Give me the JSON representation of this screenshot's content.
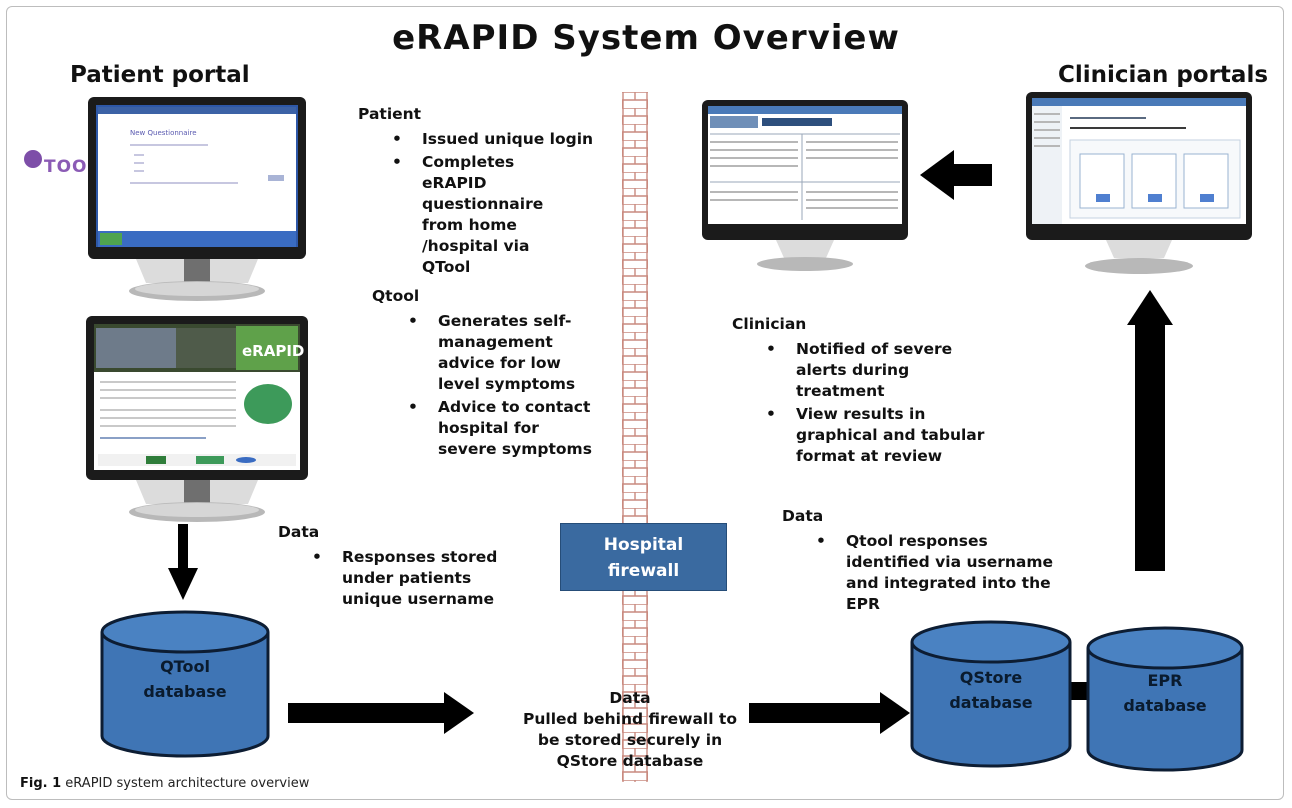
{
  "title": "eRAPID System Overview",
  "patient_portal_heading": "Patient portal",
  "clinician_portals_heading": "Clinician portals",
  "qtool_logo_text": "TOOL",
  "patient_block": {
    "heading": "Patient",
    "items": [
      "Issued unique login",
      "Completes eRAPID questionnaire from home /hospital via QTool"
    ]
  },
  "qtool_block": {
    "heading": "Qtool",
    "items": [
      "Generates self-management advice for low level symptoms",
      "Advice to contact hospital for severe symptoms"
    ]
  },
  "clinician_block": {
    "heading": "Clinician",
    "items": [
      "Notified of severe alerts during treatment",
      "View results in graphical and tabular format at review"
    ]
  },
  "data_left_block": {
    "heading": "Data",
    "items": [
      "Responses stored under patients unique username"
    ]
  },
  "data_right_block": {
    "heading": "Data",
    "items": [
      "Qtool responses identified via username and integrated into the EPR"
    ]
  },
  "data_center": {
    "heading": "Data",
    "text": "Pulled behind firewall to be stored securely in QStore database"
  },
  "firewall": {
    "line1": "Hospital",
    "line2": "firewall"
  },
  "databases": {
    "qtool": {
      "line1": "QTool",
      "line2": "database"
    },
    "qstore": {
      "line1": "QStore",
      "line2": "database"
    },
    "epr": {
      "line1": "EPR",
      "line2": "database"
    }
  },
  "screens": {
    "questionnaire_title": "New Questionnaire",
    "erapid_banner": "eRAPID"
  },
  "caption": {
    "label": "Fig. 1",
    "text": "eRAPID system architecture overview"
  },
  "colors": {
    "cylinder": "#3f75b5",
    "firewall_box": "#3a6aa0",
    "brick": "#c98a7f",
    "arrow": "#000000"
  }
}
